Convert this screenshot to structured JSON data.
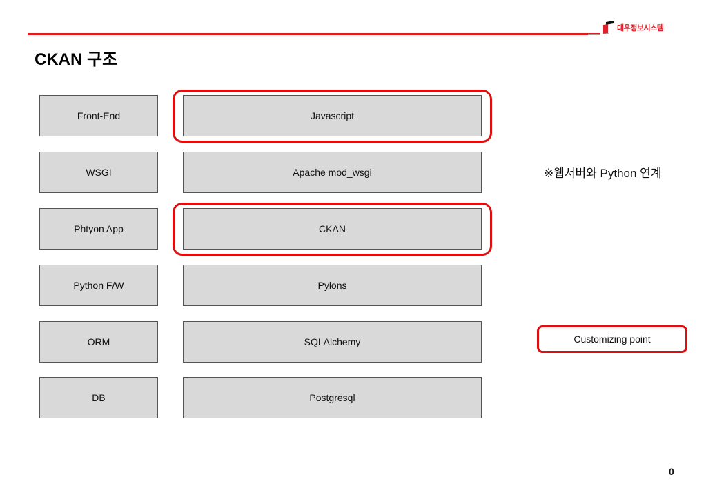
{
  "header": {
    "logo_text": "대우정보시스템",
    "accent_color": "#e01b1b"
  },
  "page_title": "CKAN 구조",
  "layers": [
    {
      "label": "Front-End",
      "tech": "Javascript",
      "highlighted": true
    },
    {
      "label": "WSGI",
      "tech": "Apache mod_wsgi",
      "highlighted": false
    },
    {
      "label": "Phtyon App",
      "tech": "CKAN",
      "highlighted": true
    },
    {
      "label": "Python F/W",
      "tech": "Pylons",
      "highlighted": false
    },
    {
      "label": "ORM",
      "tech": "SQLAlchemy",
      "highlighted": false
    },
    {
      "label": "DB",
      "tech": "Postgresql",
      "highlighted": false
    }
  ],
  "note": "※웹서버와 Python 연계",
  "legend": {
    "label": "Customizing point",
    "color": "#e00f0f"
  },
  "page_number": "0"
}
